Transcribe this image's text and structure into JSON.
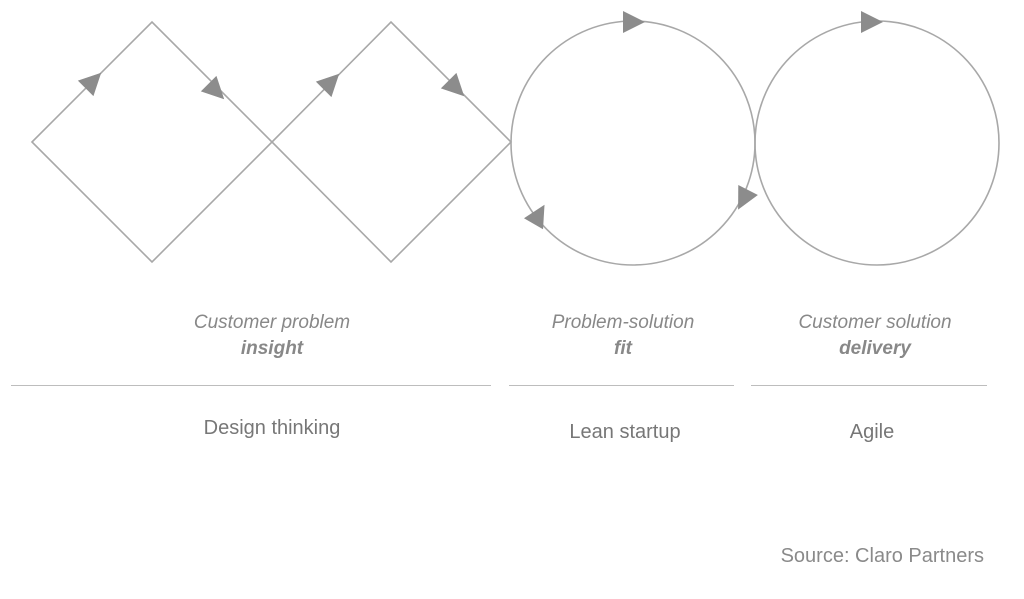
{
  "phases": [
    {
      "light": "Customer problem",
      "strong": "insight"
    },
    {
      "light": "Problem-solution",
      "strong": "fit"
    },
    {
      "light": "Customer solution",
      "strong": "delivery"
    }
  ],
  "methods": [
    "Design thinking",
    "Lean startup",
    "Agile"
  ],
  "source": "Source: Claro Partners",
  "colors": {
    "stroke": "#a8a8a8",
    "arrow": "#8c8c8c",
    "text": "#888888",
    "rule": "#bdbdbd"
  }
}
